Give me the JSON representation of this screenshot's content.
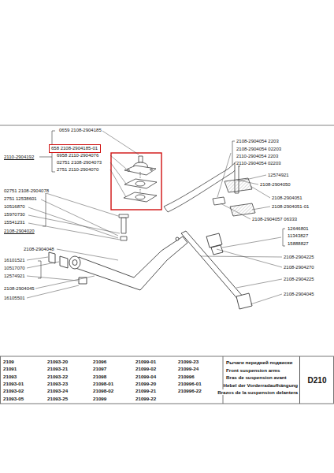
{
  "diagram": {
    "nodes": [
      {
        "text": [
          "658 2108-2904185-01"
        ]
      },
      {
        "text": [
          "D210"
        ]
      }
    ],
    "labels": [
      "0659 2108-2904185",
      "6958 2110-2904076",
      "02751 2108-2904073",
      "2751 2110-2904070",
      "2110-2904192",
      "02751 2108-2904078",
      "2751 12538601",
      "10516870",
      "15970730",
      "15541231",
      "2108-2904020",
      "2108-2904048",
      "16101521",
      "10517070",
      "12574921",
      "2108-2904045",
      "16105501",
      "2108-2904054 2203",
      "2108-2904054 02203",
      "2110-2904054 2203",
      "2110-2904054 02203",
      "12574921",
      "2108-2904050",
      "2108-2904051",
      "2108-2904051-01",
      "2108-2904057 06333",
      "12646801",
      "11343827",
      "15888827",
      "2108-2904225",
      "2108-2904270",
      "2108-2904225",
      "2108-2904045",
      "2109",
      "21091",
      "21093",
      "21093-01",
      "21093-02",
      "21093-05",
      "21093-20",
      "21093-21",
      "21093-22",
      "21093-23",
      "21093-24",
      "21093-25",
      "21096",
      "21097",
      "21098",
      "21098-01",
      "21098-02",
      "21099",
      "21099-01",
      "21099-02",
      "21099-04",
      "21099-20",
      "21099-21",
      "21099-22",
      "21099-23",
      "21099-24",
      "210996",
      "210996-01",
      "210996-22",
      "Рычаги передней подвески",
      "Front suspension arms",
      "Bras de suspension avant",
      "Hebel der Vorderradaufhängung",
      "Brazos de la suspension delantera"
    ]
  }
}
